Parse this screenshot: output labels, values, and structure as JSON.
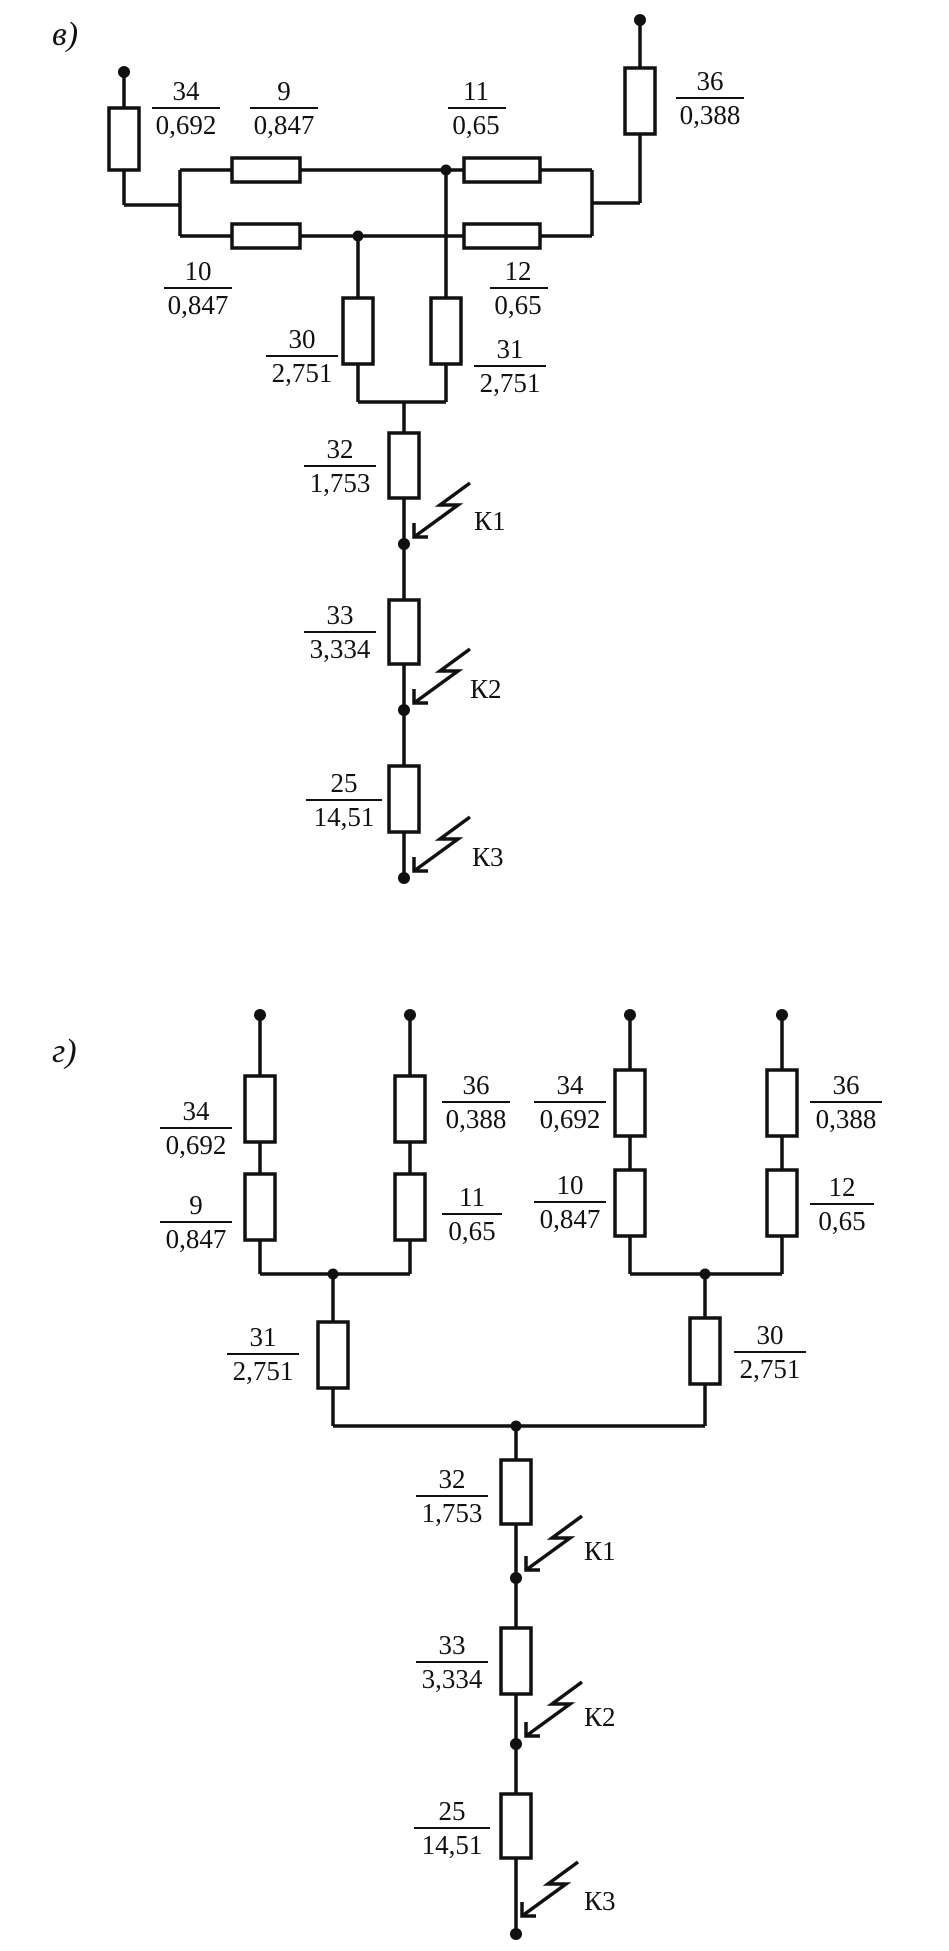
{
  "part_v": {
    "label": "в)",
    "elements": [
      {
        "id": "34",
        "n": "34",
        "v": "0,692"
      },
      {
        "id": "9",
        "n": "9",
        "v": "0,847"
      },
      {
        "id": "11",
        "n": "11",
        "v": "0,65"
      },
      {
        "id": "36",
        "n": "36",
        "v": "0,388"
      },
      {
        "id": "10",
        "n": "10",
        "v": "0,847"
      },
      {
        "id": "12",
        "n": "12",
        "v": "0,65"
      },
      {
        "id": "30",
        "n": "30",
        "v": "2,751"
      },
      {
        "id": "31",
        "n": "31",
        "v": "2,751"
      },
      {
        "id": "32",
        "n": "32",
        "v": "1,753"
      },
      {
        "id": "33",
        "n": "33",
        "v": "3,334"
      },
      {
        "id": "25",
        "n": "25",
        "v": "14,51"
      }
    ],
    "faults": [
      "К1",
      "К2",
      "К3"
    ]
  },
  "part_g": {
    "label": "г)",
    "elements": [
      {
        "id": "34a",
        "n": "34",
        "v": "0,692"
      },
      {
        "id": "9",
        "n": "9",
        "v": "0,847"
      },
      {
        "id": "36a",
        "n": "36",
        "v": "0,388"
      },
      {
        "id": "11",
        "n": "11",
        "v": "0,65"
      },
      {
        "id": "34b",
        "n": "34",
        "v": "0,692"
      },
      {
        "id": "10",
        "n": "10",
        "v": "0,847"
      },
      {
        "id": "36b",
        "n": "36",
        "v": "0,388"
      },
      {
        "id": "12",
        "n": "12",
        "v": "0,65"
      },
      {
        "id": "31",
        "n": "31",
        "v": "2,751"
      },
      {
        "id": "30",
        "n": "30",
        "v": "2,751"
      },
      {
        "id": "32",
        "n": "32",
        "v": "1,753"
      },
      {
        "id": "33",
        "n": "33",
        "v": "3,334"
      },
      {
        "id": "25",
        "n": "25",
        "v": "14,51"
      }
    ],
    "faults": [
      "К1",
      "К2",
      "К3"
    ]
  }
}
